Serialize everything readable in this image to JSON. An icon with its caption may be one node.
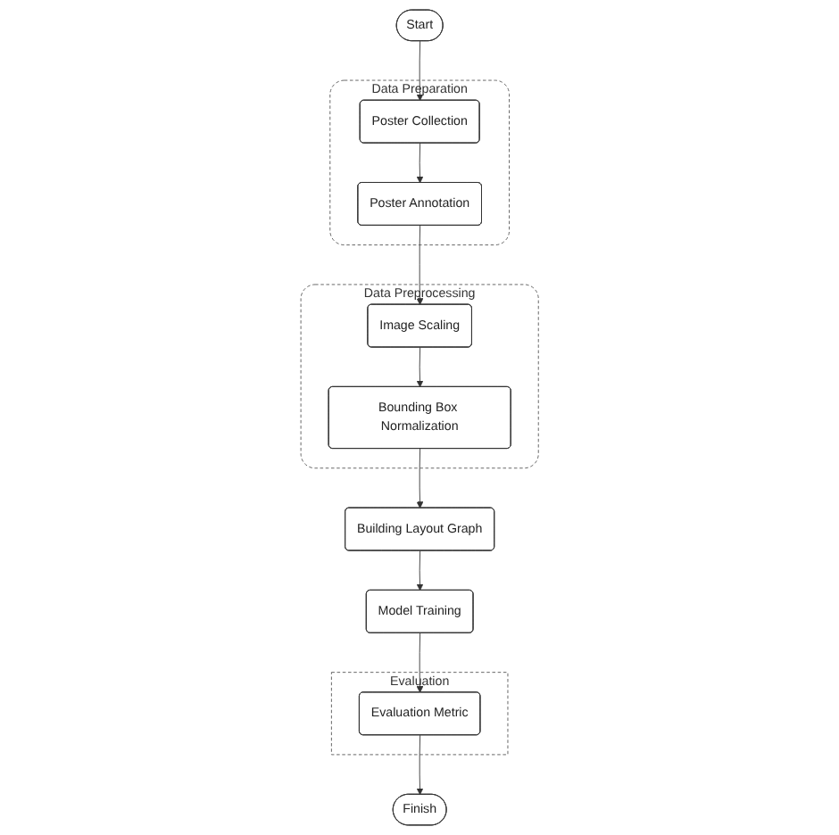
{
  "diagram": {
    "nodes": [
      {
        "text": [
          "Start"
        ]
      },
      {
        "text": [
          "Data Preparation"
        ]
      },
      {
        "text": [
          "Poster Collection"
        ],
        "in": 1
      },
      {
        "text": [
          "Poster Annotation"
        ],
        "in": 1
      },
      {
        "text": [
          "Data Preprocessing"
        ]
      },
      {
        "text": [
          "Image Scaling"
        ],
        "in": 4
      },
      {
        "text": [
          "Bounding Box Normalization"
        ],
        "in": 4
      },
      {
        "text": [
          "Building Layout Graph"
        ]
      },
      {
        "text": [
          "Model Training"
        ]
      },
      {
        "text": [
          "Evaluation"
        ]
      },
      {
        "text": [
          "Evaluation Metric"
        ],
        "in": 9
      },
      {
        "text": [
          "Finish"
        ]
      }
    ],
    "edges": [
      {
        "from": 0,
        "to": 2,
        "arrow": "to"
      },
      {
        "from": 2,
        "to": 3,
        "arrow": "to"
      },
      {
        "from": 3,
        "to": 5,
        "arrow": "to"
      },
      {
        "from": 5,
        "to": 6,
        "arrow": "to"
      },
      {
        "from": 6,
        "to": 7,
        "arrow": "to"
      },
      {
        "from": 7,
        "to": 8,
        "arrow": "to"
      },
      {
        "from": 8,
        "to": 10,
        "arrow": "to"
      },
      {
        "from": 10,
        "to": 11,
        "arrow": "to"
      }
    ]
  }
}
